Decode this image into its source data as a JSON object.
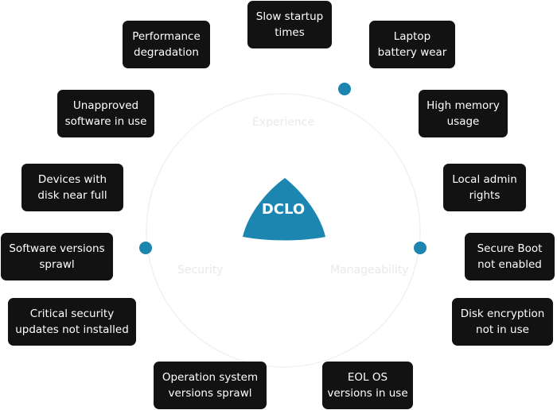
{
  "center": {
    "label": "DCLO",
    "color": "#1c86b0"
  },
  "areas": {
    "experience": "Experience",
    "security": "Security",
    "manageability": "Manageability"
  },
  "items": [
    "Slow startup\ntimes",
    "Performance\ndegradation",
    "Laptop\nbattery wear",
    "Unapproved\nsoftware in use",
    "High memory\nusage",
    "Devices with\ndisk near full",
    "Local admin\nrights",
    "Software versions\nsprawl",
    "Secure Boot\nnot enabled",
    "Critical security\nupdates not installed",
    "Disk encryption\nnot in use",
    "Operation system\nversions sprawl",
    "EOL OS\nversions in use"
  ],
  "colors": {
    "pill_bg": "#121212",
    "pill_text": "#ffffff",
    "dot": "#1c86b0",
    "area_text": "#e9e9e9"
  }
}
